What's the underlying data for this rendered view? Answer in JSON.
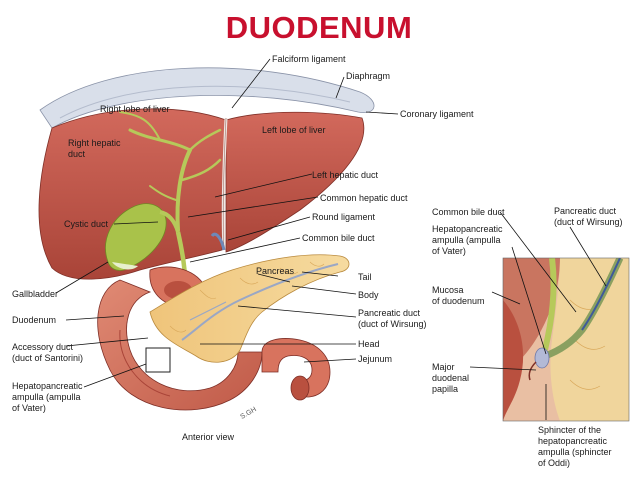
{
  "title": "DUODENUM",
  "colors": {
    "title": "#c8102e",
    "liver": "#c0584c",
    "liver_dark": "#9c3f36",
    "gallbladder": "#a9c24a",
    "bile_duct": "#b6c95a",
    "pancreas": "#f3d08a",
    "pancreas_dark": "#d9a85a",
    "duodenum": "#d8735e",
    "duodenum_inner": "#b9503f",
    "diaphragm": "#cfd6e4",
    "vessel": "#6e88b8"
  },
  "labels": {
    "falciform_ligament": "Falciform ligament",
    "diaphragm": "Diaphragm",
    "right_lobe": "Right lobe of liver",
    "coronary_ligament": "Coronary ligament",
    "left_lobe": "Left lobe of liver",
    "right_hepatic_duct": "Right hepatic\nduct",
    "left_hepatic_duct": "Left hepatic duct",
    "common_hepatic_duct": "Common hepatic duct",
    "cystic_duct": "Cystic duct",
    "round_ligament": "Round ligament",
    "common_bile_duct_main": "Common bile duct",
    "pancreas": "Pancreas",
    "tail": "Tail",
    "gallbladder": "Gallbladder",
    "body": "Body",
    "duodenum": "Duodenum",
    "pancreatic_duct_main": "Pancreatic duct\n(duct of Wirsung)",
    "accessory_duct": "Accessory duct\n(duct of Santorini)",
    "head": "Head",
    "jejunum": "Jejunum",
    "hepatopancreatic_ampulla_main": "Hepatopancreatic\nampulla (ampulla\nof Vater)",
    "anterior_view": "Anterior view",
    "signature": "S.GH",
    "inset_common_bile_duct": "Common bile duct",
    "inset_pancreatic_duct": "Pancreatic duct\n(duct of Wirsung)",
    "inset_hepatopancreatic_ampulla": "Hepatopancreatic\nampulla (ampulla\nof Vater)",
    "mucosa": "Mucosa\nof duodenum",
    "major_papilla": "Major\nduodenal\npapilla",
    "sphincter": "Sphincter of the\nhepatopancreatic\nampulla (sphincter\nof Oddi)"
  }
}
